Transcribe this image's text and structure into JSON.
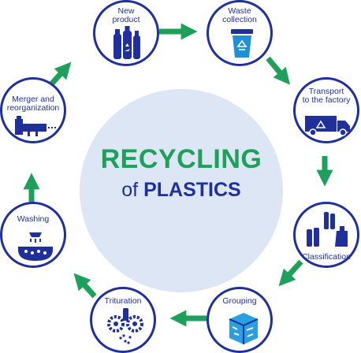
{
  "title": {
    "line1": "RECYCLING",
    "line2_prefix": "of",
    "line2_main": "PLASTICS"
  },
  "colors": {
    "primary": "#1f2f9c",
    "accent": "#1fa05a",
    "center_fill": "#dde6f4"
  },
  "steps": [
    {
      "id": "new-product",
      "label_lines": [
        "New",
        "product"
      ],
      "icon": "bottles-icon"
    },
    {
      "id": "waste-collection",
      "label_lines": [
        "Waste",
        "collection"
      ],
      "icon": "recycle-bin-icon"
    },
    {
      "id": "transport",
      "label_lines": [
        "Transport",
        "to the factory"
      ],
      "icon": "truck-icon"
    },
    {
      "id": "classification",
      "label_lines": [
        "Classification"
      ],
      "icon": "sorted-bottles-icon"
    },
    {
      "id": "grouping",
      "label_lines": [
        "Grouping"
      ],
      "icon": "baled-plastic-icon"
    },
    {
      "id": "trituration",
      "label_lines": [
        "Trituration"
      ],
      "icon": "shredder-gears-icon"
    },
    {
      "id": "washing",
      "label_lines": [
        "Washing"
      ],
      "icon": "shower-bath-icon"
    },
    {
      "id": "merger",
      "label_lines": [
        "Merger and",
        "reorganization"
      ],
      "icon": "extruder-machine-icon"
    }
  ]
}
